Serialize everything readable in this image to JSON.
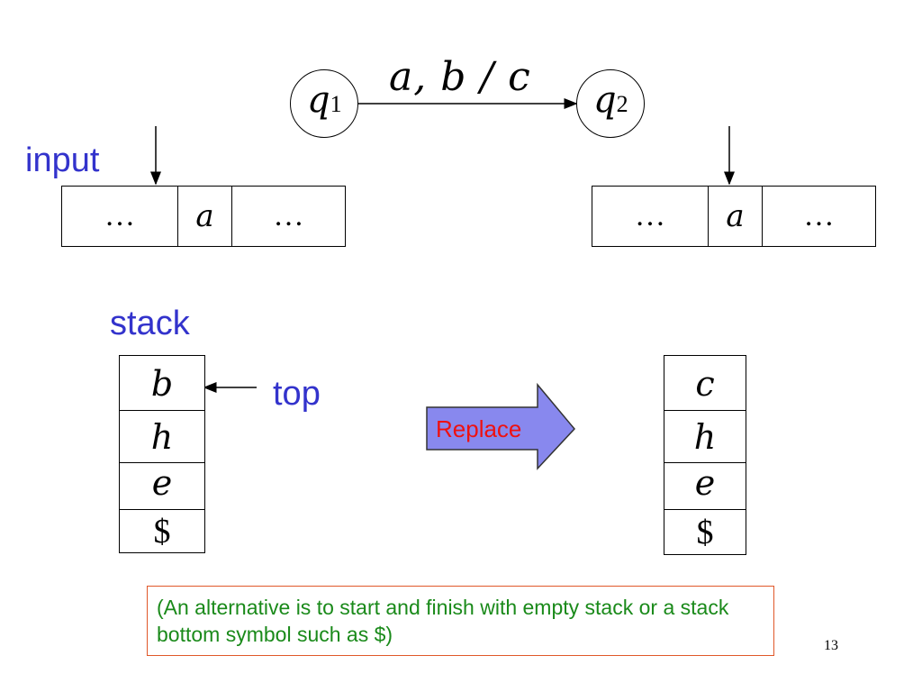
{
  "transition": {
    "from_state": {
      "symbol": "q",
      "subscript": "1"
    },
    "to_state": {
      "symbol": "q",
      "subscript": "2"
    },
    "label": "a, b / c"
  },
  "input_label": "input",
  "tape_before": [
    "…",
    "a",
    "…"
  ],
  "tape_after": [
    "…",
    "a",
    "…"
  ],
  "stack_label": "stack",
  "stack_before": [
    "b",
    "h",
    "e",
    "$"
  ],
  "stack_after": [
    "c",
    "h",
    "e",
    "$"
  ],
  "top_label": "top",
  "replace_button": {
    "label": "Replace",
    "fill_color": "#8888ee",
    "text_color": "#ee1111"
  },
  "note": "(An alternative is to start and finish with empty stack or a stack bottom symbol such as $)",
  "page_number": "13",
  "colors": {
    "label_blue": "#3333cc",
    "note_green": "#1a8a1a",
    "note_border": "#e0582a"
  }
}
